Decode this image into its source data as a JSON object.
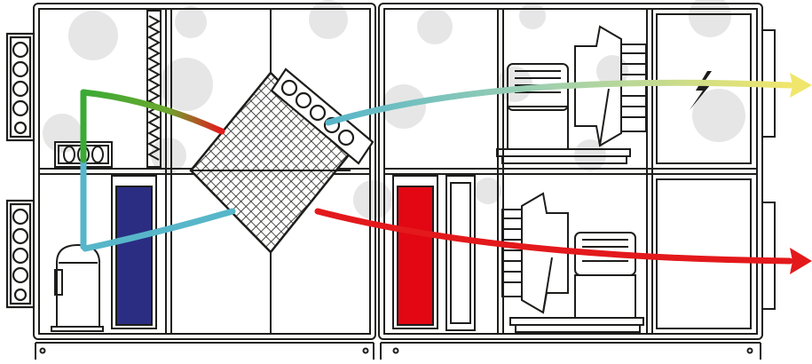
{
  "diagram": {
    "type": "air-handling-unit-schematic",
    "modules": [
      "left-module",
      "right-module"
    ],
    "components": [
      "outdoor-air-damper-top",
      "outdoor-air-damper-bottom",
      "pre-filter",
      "bag-filter",
      "cross-flow-heat-exchanger",
      "cooling-coil",
      "heating-coil",
      "supply-fan",
      "return-fan",
      "compressor",
      "electric-heater",
      "silencer-panel",
      "outlet-damper-top",
      "outlet-damper-bottom"
    ],
    "airflows": [
      {
        "name": "exhaust-air",
        "color": "#e5e56a"
      },
      {
        "name": "supply-air",
        "color": "#e3191c"
      },
      {
        "name": "extract-air",
        "color": "#3aaa35"
      },
      {
        "name": "cooled-air",
        "color": "#57b6c9"
      }
    ],
    "colors": {
      "line": "#1d1d1b",
      "cold_coil": "#2b2d83",
      "hot_coil": "#e30613",
      "background_spot": "#e6e6e6"
    },
    "icons": {
      "electric_heater": "lightning-bolt-icon"
    }
  }
}
